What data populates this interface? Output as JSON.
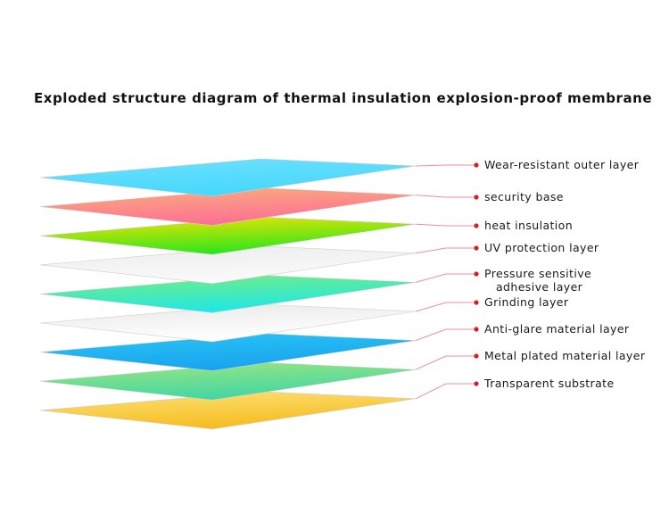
{
  "title": "Exploded structure diagram of thermal insulation explosion-proof membrane",
  "layers": [
    {
      "label": "Wear-resistant outer layer",
      "label_line2": "",
      "colors": [
        "#6fe0ff",
        "#46d8fb"
      ]
    },
    {
      "label": "security base",
      "label_line2": "",
      "colors": [
        "#f7b27a",
        "#ff6f95"
      ]
    },
    {
      "label": "heat insulation",
      "label_line2": "",
      "colors": [
        "#ffe400",
        "#2ee51c"
      ]
    },
    {
      "label": "UV protection layer",
      "label_line2": "",
      "colors": [
        "#ececec",
        "#fafafa"
      ]
    },
    {
      "label": "Pressure sensitive",
      "label_line2": "adhesive layer",
      "colors": [
        "#7bed7c",
        "#1fe8e6"
      ]
    },
    {
      "label": "Grinding layer",
      "label_line2": "",
      "colors": [
        "#e8e8e8",
        "#ffffff"
      ]
    },
    {
      "label": "Anti-glare material layer",
      "label_line2": "",
      "colors": [
        "#29c6f6",
        "#1aa3ee"
      ]
    },
    {
      "label": "Metal plated material layer",
      "label_line2": "",
      "colors": [
        "#9ee67e",
        "#43d7a4"
      ]
    },
    {
      "label": "Transparent substrate",
      "label_line2": "",
      "colors": [
        "#fde27a",
        "#f6bd1f"
      ]
    }
  ],
  "colors": {
    "leader_line": "#e8929a",
    "leader_dot": "#d42020",
    "text": "#1a1a1a",
    "sheet_edge": "#cfcfcf"
  }
}
